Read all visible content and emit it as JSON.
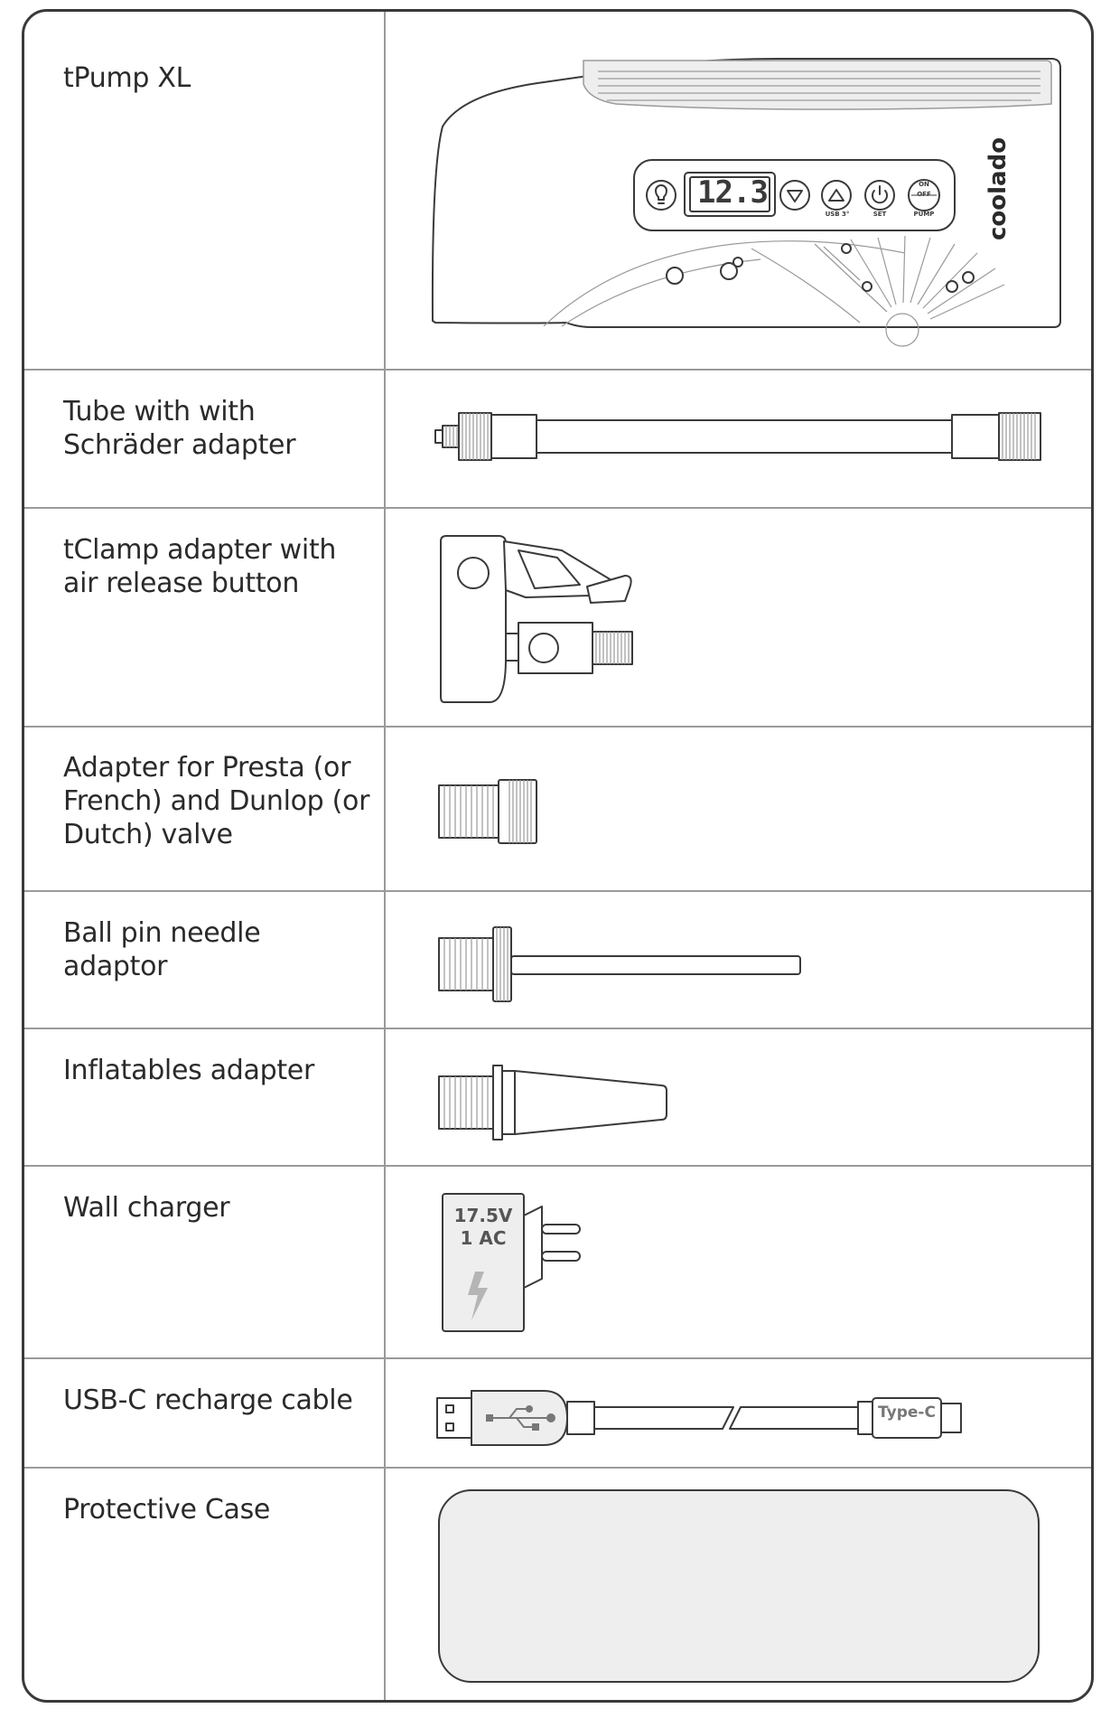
{
  "items": [
    {
      "label": "tPump XL",
      "icon": "pump-icon"
    },
    {
      "label": "Tube with with Schräder adapter",
      "icon": "tube-icon"
    },
    {
      "label": "tClamp adapter with air release button",
      "icon": "clamp-icon"
    },
    {
      "label": "Adapter for Presta (or French) and Dunlop (or Dutch) valve",
      "icon": "presta-adapter-icon"
    },
    {
      "label": "Ball pin needle adaptor",
      "icon": "needle-icon"
    },
    {
      "label": "Inflatables adapter",
      "icon": "inflatables-adapter-icon"
    },
    {
      "label": "Wall charger",
      "icon": "wall-charger-icon"
    },
    {
      "label": "USB-C recharge cable",
      "icon": "usb-c-cable-icon"
    },
    {
      "label": "Protective Case",
      "icon": "case-icon"
    }
  ],
  "pump": {
    "display": "12.3",
    "brand": "coolado",
    "button_labels": [
      "USB 3°",
      "SET",
      "PUMP"
    ],
    "on_off": [
      "ON",
      "OFF"
    ]
  },
  "charger": {
    "voltage": "17.5V",
    "current": "1 AC"
  },
  "cable": {
    "connector": "Type-C"
  }
}
